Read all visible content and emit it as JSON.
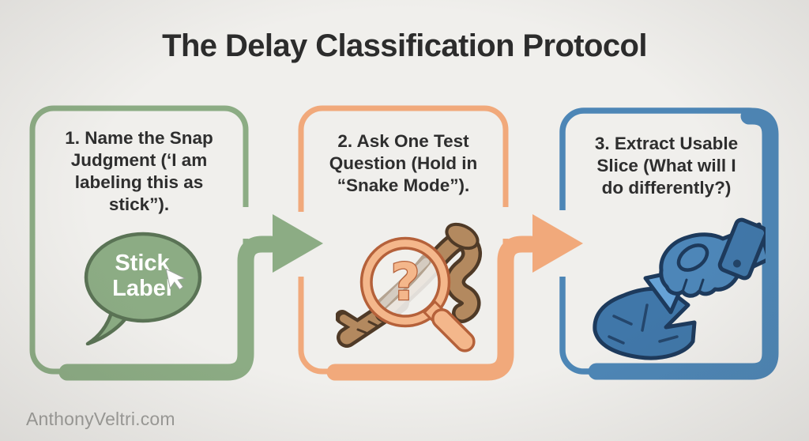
{
  "title": "The Delay Classification Protocol",
  "watermark": "AnthonyVeltri.com",
  "colors": {
    "background": "#f0efec",
    "title_text": "#2c2c2c",
    "body_text": "#2e2e2e",
    "watermark_text": "#9d9d9a",
    "step1_accent_green": "#8cac84",
    "step2_accent_orange": "#f1a97b",
    "step3_accent_blue": "#4d86b6",
    "bubble_text": "#ffffff",
    "snake_brown": "#b3895f",
    "snake_outline": "#4f3a27",
    "hand_blue": "#4d86b8",
    "hand_outline": "#1d3a5c"
  },
  "steps": [
    {
      "heading": "1. Name the Snap Judgment (‘I am labeling this as stick”).",
      "illustration": "speech-bubble-with-cursor",
      "bubble_label": "Stick Label"
    },
    {
      "heading": "2. Ask One Test Question (Hold in “Snake Mode”).",
      "illustration": "magnifying-glass-question-over-snake-stick",
      "glyph": "?"
    },
    {
      "heading": "3. Extract Usable Slice (What will I do differently?)",
      "illustration": "hand-extracting-slice-from-rock"
    }
  ]
}
